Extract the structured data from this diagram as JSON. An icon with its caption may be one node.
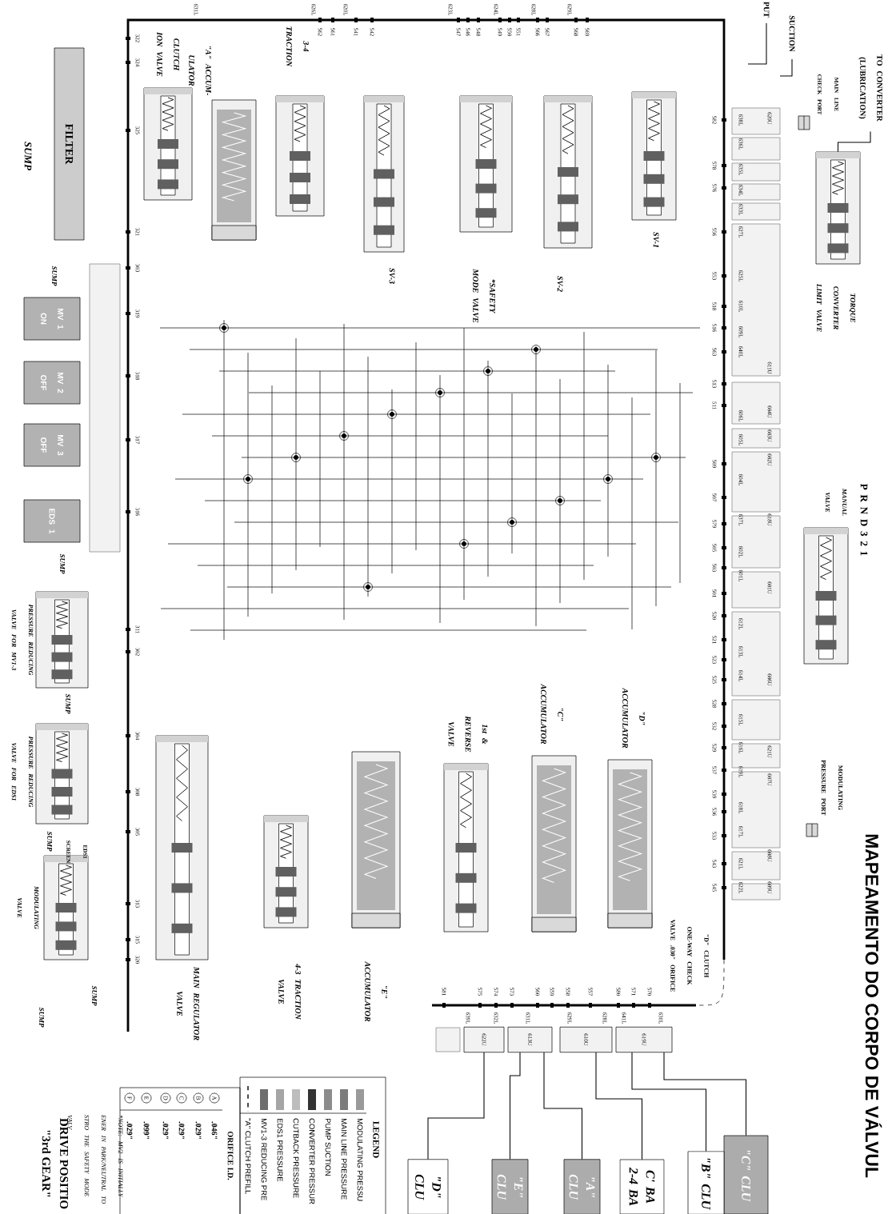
{
  "diagram": {
    "title": "MAPEAMENTO DO CORPO DE VÁLVUL",
    "nodes": [
      {
        "text": [
          "CLUTCH ION VALVE"
        ]
      },
      {
        "text": [
          "FILTER"
        ]
      },
      {
        "text": [
          "\"A\" ACCUM-ULATOR"
        ]
      },
      {
        "text": [
          "3-4 TRACTION"
        ]
      },
      {
        "text": [
          "SV-3"
        ]
      },
      {
        "text": [
          "*SAFETY MODE VALVE"
        ]
      },
      {
        "text": [
          "SV-2"
        ]
      },
      {
        "text": [
          "SV-1"
        ]
      },
      {
        "text": [
          "TORQUE CONVERTER LIMIT VALVE"
        ]
      },
      {
        "text": [
          "MAIN LINE CHECK PORT"
        ]
      },
      {
        "text": [
          "TO CONVERTER (LUBRICATION)"
        ]
      },
      {
        "text": [
          "SUCTION"
        ]
      },
      {
        "text": [
          "PUT"
        ]
      },
      {
        "text": [
          "P R N D 3 2 1",
          "MANUAL VALVE"
        ]
      },
      {
        "text": [
          "MODULATING PRESSURE PORT"
        ]
      },
      {
        "text": [
          "\"D\" ACCUMULATOR"
        ]
      },
      {
        "text": [
          "\"C\" ACCUMULATOR"
        ]
      },
      {
        "text": [
          "1st & REVERSE VALVE"
        ]
      },
      {
        "text": [
          "\"E\" ACCUMULATOR"
        ]
      },
      {
        "text": [
          "4-3 TRACTION VALVE"
        ]
      },
      {
        "text": [
          "MAIN REGULATOR VALVE"
        ]
      },
      {
        "text": [
          "MV 1 ON"
        ]
      },
      {
        "text": [
          "MV 2 OFF"
        ]
      },
      {
        "text": [
          "MV 3 OFF"
        ]
      },
      {
        "text": [
          "EDS 1"
        ]
      },
      {
        "text": [
          "PRESSURE REDUCING VALVE FOR MV1-3"
        ]
      },
      {
        "text": [
          "PRESSURE REDUCING VALVE FOR EDS1"
        ]
      },
      {
        "text": [
          "MODULATING VALVE"
        ]
      },
      {
        "text": [
          "EDS1 SCREEN"
        ]
      },
      {
        "text": [
          "\"D\" CLUTCH ONE-WAY CHECK VALVE .030\" ORIFICE"
        ]
      },
      {
        "text": [
          "\"C\" CLU"
        ]
      },
      {
        "text": [
          "\"B\" CLU"
        ]
      },
      {
        "text": [
          "C' BA 2-4 BA"
        ]
      },
      {
        "text": [
          "\"A\" CLU"
        ]
      },
      {
        "text": [
          "\"E\" CLU"
        ]
      },
      {
        "text": [
          "\"D\" CLU"
        ]
      },
      {
        "text": [
          "622U"
        ]
      },
      {
        "text": [
          "613U"
        ]
      },
      {
        "text": [
          "610U"
        ]
      },
      {
        "text": [
          "619U"
        ]
      }
    ],
    "edges": [
      {
        "from": 10,
        "to": 8,
        "arrow": "none"
      },
      {
        "from": 11,
        "to": null,
        "arrow": "none"
      },
      {
        "from": 12,
        "to": null,
        "arrow": "none"
      },
      {
        "from": 30,
        "to": 39,
        "arrow": "none"
      },
      {
        "from": 31,
        "to": 39,
        "arrow": "none"
      },
      {
        "from": 32,
        "to": 38,
        "arrow": "none"
      },
      {
        "from": 33,
        "to": 37,
        "arrow": "none"
      },
      {
        "from": 34,
        "to": 37,
        "arrow": "none"
      },
      {
        "from": 35,
        "to": 36,
        "arrow": "none"
      }
    ],
    "labels": [
      "SUMP",
      "SUMP",
      "SUMP",
      "SUMP",
      "SUMP",
      "SUMP",
      "SUMP",
      "322",
      "324",
      "325",
      "321",
      "303",
      "319",
      "318",
      "317",
      "316",
      "311",
      "302",
      "304",
      "308",
      "305",
      "313",
      "315",
      "320",
      "631L",
      "626L",
      "620L",
      "623L",
      "624L",
      "628L",
      "629L",
      "562",
      "561",
      "541",
      "542",
      "547",
      "546",
      "548",
      "549",
      "550",
      "551",
      "566",
      "567",
      "568",
      "569",
      "582",
      "578",
      "576",
      "556",
      "553",
      "518",
      "516",
      "563",
      "513",
      "511",
      "509",
      "507",
      "579",
      "505",
      "503",
      "501",
      "520",
      "521",
      "523",
      "525",
      "528",
      "532",
      "529",
      "537",
      "539",
      "536",
      "533",
      "543",
      "545",
      "638L",
      "636L",
      "635L",
      "634L",
      "633L",
      "627L",
      "625L",
      "610L",
      "609L",
      "640L",
      "606L",
      "605L",
      "604L",
      "637L",
      "602L",
      "601L",
      "612L",
      "613L",
      "614L",
      "615L",
      "616L",
      "619L",
      "618L",
      "617L",
      "621L",
      "622L",
      "620U",
      "611U",
      "604U",
      "603U",
      "602U",
      "618U",
      "601U",
      "606U",
      "621U",
      "607U",
      "608U",
      "609U",
      "581",
      "575",
      "574",
      "573",
      "560",
      "559",
      "558",
      "557",
      "580",
      "571",
      "570",
      "639L",
      "632L",
      "631L",
      "629L",
      "628L",
      "641L",
      "630L",
      "LEGEND",
      "ORIFICE I.D.",
      "A",
      ".046\"",
      "B",
      ".029\"",
      "C",
      ".029\"",
      "D",
      ".029\"",
      "E",
      ".099\"",
      "F",
      ".029\"",
      "\"3rd GEAR\"",
      "DRIVE POSITIO",
      "*NOTE: MV2 IS INITIALLY ENER IN PARK/NEUTRAL TO STRO THE SAFETY MODE VALV"
    ],
    "legend": [
      {
        "text": "MODULATING PRESSU",
        "color": "#9a9a9a"
      },
      {
        "text": "MAIN LINE PRESSURE",
        "color": "#7c7c7c"
      },
      {
        "text": "PUMP SUCTION",
        "color": "#8c8c8c"
      },
      {
        "text": "CONVERTER PRESSUR",
        "color": "#333333"
      },
      {
        "text": "CUTBACK PRESSURE",
        "color": "#bdbdbd"
      },
      {
        "text": "EDS1 PRESSURE",
        "color": "#a5a5a5"
      },
      {
        "text": "MV1-3 REDUCING PRE",
        "color": "#6e6e6e"
      },
      {
        "text": "\"A\" CLUTCH PREFILL"
      }
    ]
  }
}
